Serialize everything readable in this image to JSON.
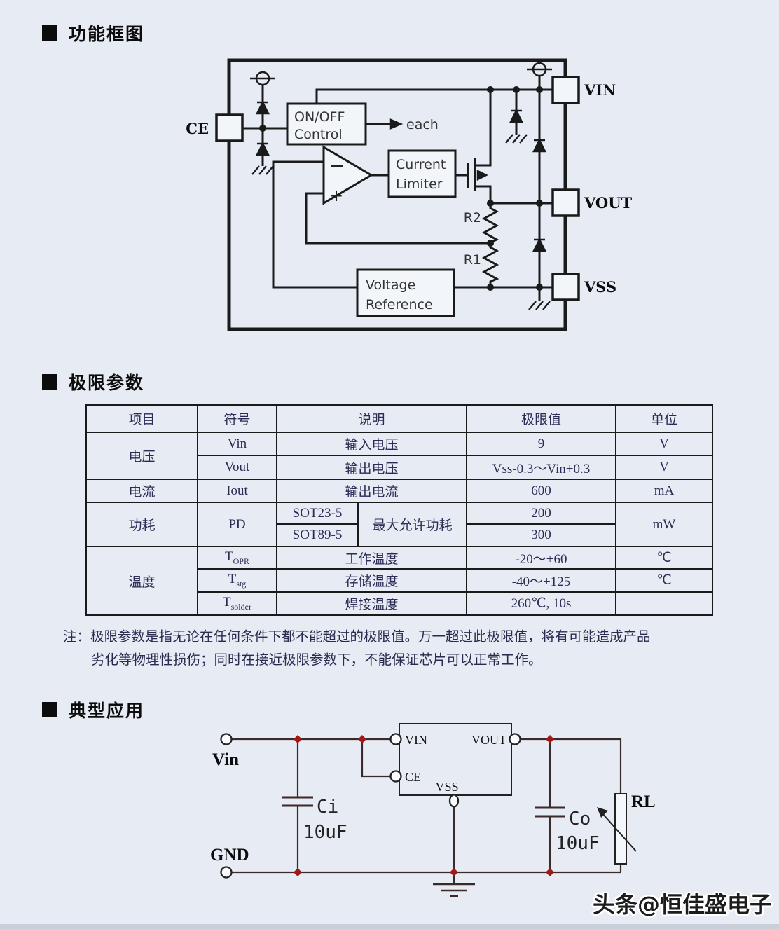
{
  "sections": {
    "block_diagram_title": "功能框图",
    "limits_title": "极限参数",
    "application_title": "典型应用"
  },
  "block_diagram": {
    "pin_ce": "CE",
    "pin_vin": "VIN",
    "pin_vout": "VOUT",
    "pin_vss": "VSS",
    "onoff_line1": "ON/OFF",
    "onoff_line2": "Control",
    "each_label": "each",
    "cl_line1": "Current",
    "cl_line2": "Limiter",
    "vr_line1": "Voltage",
    "vr_line2": "Reference",
    "r2": "R2",
    "r1": "R1",
    "minus": "−",
    "plus": "+"
  },
  "limits_table": {
    "headers": [
      "项目",
      "符号",
      "说明",
      "极限值",
      "单位"
    ],
    "voltage": {
      "item": "电压",
      "rows": [
        {
          "symbol": "Vin",
          "desc": "输入电压",
          "limit": "9",
          "unit": "V"
        },
        {
          "symbol": "Vout",
          "desc": "输出电压",
          "limit": "Vss-0.3～Vin+0.3",
          "unit": "V"
        }
      ]
    },
    "current": {
      "item": "电流",
      "symbol": "Iout",
      "desc": "输出电流",
      "limit": "600",
      "unit": "mA"
    },
    "power": {
      "item": "功耗",
      "symbol": "PD",
      "desc": "最大允许功耗",
      "packages": [
        "SOT23-5",
        "SOT89-5"
      ],
      "limits": [
        "200",
        "300"
      ],
      "unit": "mW"
    },
    "temperature": {
      "item": "温度",
      "rows": [
        {
          "sym_base": "T",
          "sym_sub": "OPR",
          "desc": "工作温度",
          "limit": "-20～+60",
          "unit": "℃"
        },
        {
          "sym_base": "T",
          "sym_sub": "stg",
          "desc": "存储温度",
          "limit": "-40～+125",
          "unit": "℃"
        },
        {
          "sym_base": "T",
          "sym_sub": "solder",
          "desc": "焊接温度",
          "limit": "260℃, 10s",
          "unit": ""
        }
      ]
    },
    "note_line1": "注：极限参数是指无论在任何条件下都不能超过的极限值。万一超过此极限值，将有可能造成产品",
    "note_line2": "劣化等物理性损伤；同时在接近极限参数下，不能保证芯片可以正常工作。"
  },
  "application": {
    "vin_label": "Vin",
    "gnd_label": "GND",
    "ci_label": "Ci",
    "ci_value": "10uF",
    "co_label": "Co",
    "co_value": "10uF",
    "rl_label": "RL",
    "ic_pin_vin": "VIN",
    "ic_pin_vout": "VOUT",
    "ic_pin_ce": "CE",
    "ic_pin_vss": "VSS"
  },
  "watermark": "头条@恒佳盛电子",
  "colors": {
    "page_bg": "#e7ecf4",
    "line": "#1a1a1a",
    "table_text": "#2b2b55",
    "app_wire": "#3b2a2a",
    "junction_red": "#a01818"
  }
}
